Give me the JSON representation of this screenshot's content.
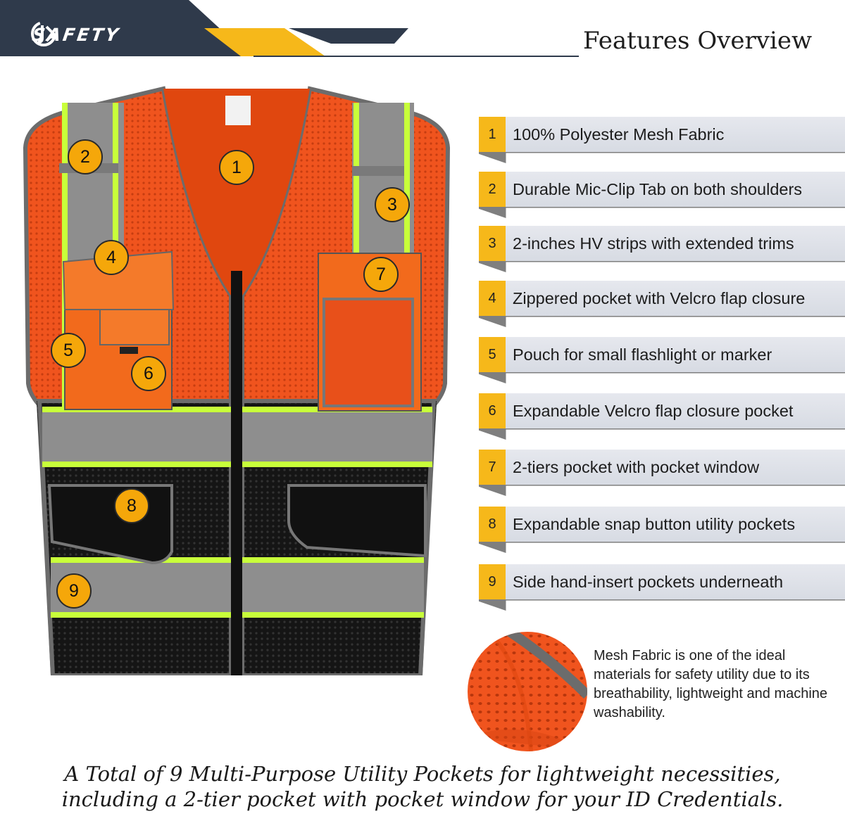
{
  "header": {
    "brand": "SAFETY",
    "title": "Features Overview"
  },
  "colors": {
    "navy": "#2f3a4b",
    "accent_yellow": "#f6b81a",
    "vest_orange": "#f0541e",
    "hi_vis_yellow": "#c8ff3a",
    "reflective_gray": "#8e8e8e",
    "vest_black": "#111111"
  },
  "vest_markers": [
    "1",
    "2",
    "3",
    "4",
    "5",
    "6",
    "7",
    "8",
    "9"
  ],
  "features": [
    {
      "num": "1",
      "label": "100% Polyester Mesh Fabric"
    },
    {
      "num": "2",
      "label": "Durable Mic-Clip Tab on both shoulders"
    },
    {
      "num": "3",
      "label": "2-inches HV strips with extended trims"
    },
    {
      "num": "4",
      "label": "Zippered pocket with Velcro flap closure"
    },
    {
      "num": "5",
      "label": "Pouch for small flashlight or marker"
    },
    {
      "num": "6",
      "label": "Expandable Velcro flap closure pocket"
    },
    {
      "num": "7",
      "label": "2-tiers pocket with pocket window"
    },
    {
      "num": "8",
      "label": "Expandable snap button utility pockets"
    },
    {
      "num": "9",
      "label": "Side hand-insert pockets underneath"
    }
  ],
  "mesh_note": "Mesh Fabric is one of the ideal materials for safety utility due to its breathability, lightweight and machine washability.",
  "footer": {
    "line1": "A Total of 9 Multi-Purpose Utility Pockets for lightweight necessities,",
    "line2": "including a 2-tier pocket with pocket window for your ID Credentials."
  }
}
